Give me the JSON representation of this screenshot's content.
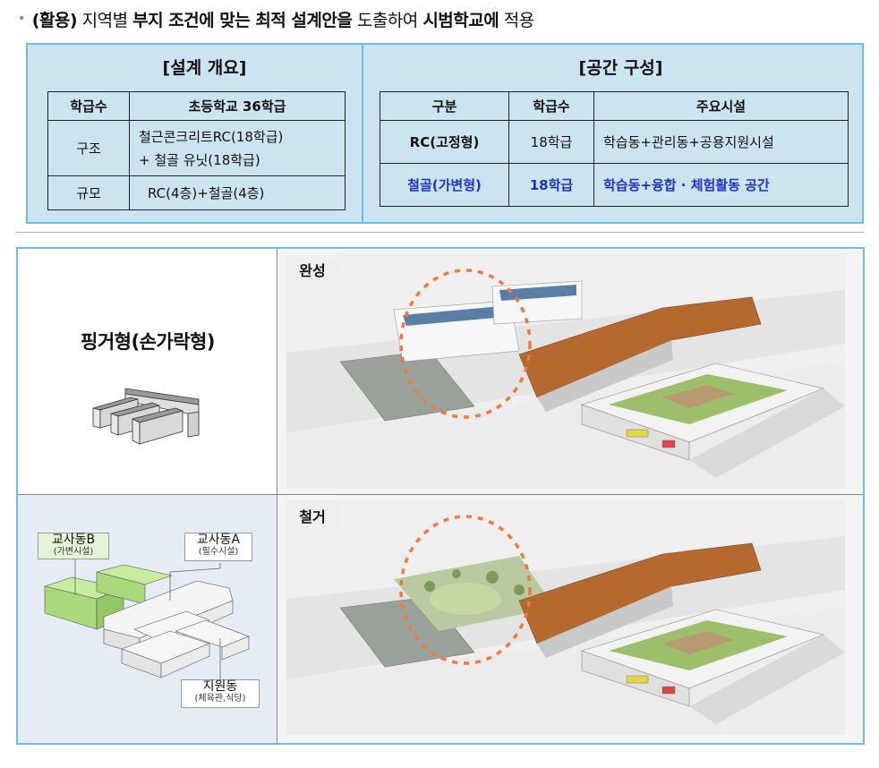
{
  "headline": {
    "bullet": "•",
    "tag": "(활용)",
    "text_1": " 지역별 ",
    "text_2": "부지 조건에 맞는 최적 설계안을",
    "text_3": " 도출하여 ",
    "text_4": "시범학교에",
    "text_5": " 적용"
  },
  "design_overview": {
    "title": "[설계 개요]",
    "rows": [
      {
        "label": "학급수",
        "value": "초등학교 36학급"
      },
      {
        "label": "구조",
        "value_line1": "철근콘크리트RC(18학급)",
        "value_line2": "+ 철골 유닛(18학급)"
      },
      {
        "label": "규모",
        "value": "RC(4층)+철골(4층)"
      }
    ]
  },
  "space_composition": {
    "title": "[공간 구성]",
    "headers": [
      "구분",
      "학급수",
      "주요시설"
    ],
    "rows": [
      {
        "type": "RC(고정형)",
        "classes": "18학급",
        "facilities": "학습동+관리동+공용지원시설"
      },
      {
        "type": "철골(가변형)",
        "classes": "18학급",
        "facilities": "학습동+융합 · 체험활동 공간"
      }
    ],
    "highlight_color": "#1f2fc8"
  },
  "layouts": {
    "finger_type": {
      "title": "핑거형(손가락형)"
    },
    "completed": {
      "label": "완성"
    },
    "demolished": {
      "label": "철거"
    },
    "diagram": {
      "building_b": {
        "name": "교사동B",
        "desc": "(가변시설)"
      },
      "building_a": {
        "name": "교사동A",
        "desc": "(필수시설)"
      },
      "support": {
        "name": "지원동",
        "desc": "(체육관,식당)"
      }
    }
  },
  "colors": {
    "panel_bg": "#cce4ef",
    "panel_border": "#6fbcdc",
    "dashed_circle": "#ee7b3a",
    "roof_brown": "#b5692e",
    "green_roof": "#9dbe6b"
  }
}
